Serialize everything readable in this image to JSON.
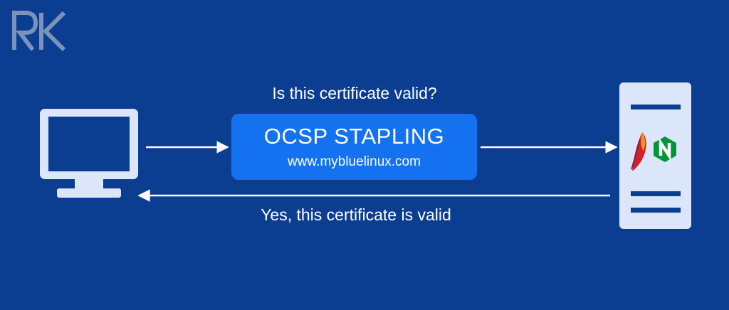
{
  "diagram": {
    "question": "Is this certificate valid?",
    "box_title": "OCSP STAPLING",
    "box_url": "www.mybluelinux.com",
    "answer": "Yes, this certificate is valid"
  },
  "colors": {
    "background": "#0b3d91",
    "box": "#1472f1",
    "device": "#dbe6fa",
    "server_stripe": "#0b3d91",
    "nginx": "#009639",
    "apache": "#d22128"
  },
  "icons": {
    "logo": "rk-logo",
    "client": "monitor-icon",
    "server": "server-icon",
    "apache": "apache-feather-icon",
    "nginx": "nginx-icon"
  }
}
